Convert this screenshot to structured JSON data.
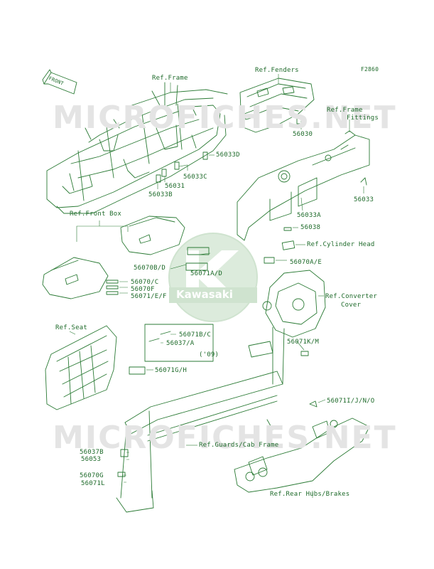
{
  "diagram_code": "F2860",
  "front_arrow": "FRONT",
  "watermark": {
    "top": "MICROFICHES.NET",
    "bottom": "MICROFICHES.NET",
    "logo": "Kawasaki"
  },
  "labels": {
    "ref_frame": "Ref.Frame",
    "ref_fenders": "Ref.Fenders",
    "ref_frame_fittings_1": "Ref.Frame",
    "ref_frame_fittings_2": "Fittings",
    "p56030": "56030",
    "p56033d": "56033D",
    "p56033c": "56033C",
    "p56031": "56031",
    "p56033b": "56033B",
    "p56033": "56033",
    "p56033a": "56033A",
    "p56038": "56038",
    "ref_cylinder_head": "Ref.Cylinder Head",
    "ref_front_box": "Ref.Front Box",
    "p56070bd": "56070B/D",
    "p56071ad": "56071A/D",
    "p56070ae": "56070A/E",
    "p56070c": "56070/C",
    "p56070f": "56070F",
    "p56071ef": "56071/E/F",
    "ref_converter_1": "Ref.Converter",
    "ref_converter_2": "Cover",
    "ref_seat": "Ref.Seat",
    "p56071bc": "56071B/C",
    "p56037a": "56037/A",
    "year09": "('09)",
    "p56071km": "56071K/M",
    "p56071gh": "56071G/H",
    "p56071ijno": "56071I/J/N/O",
    "p56037b": "56037B",
    "p56053": "56053",
    "ref_guards": "Ref.Guards/Cab Frame",
    "p56070g": "56070G",
    "p56071l": "56071L",
    "ref_rear_hubs": "Ref.Rear Hubs/Brakes"
  }
}
